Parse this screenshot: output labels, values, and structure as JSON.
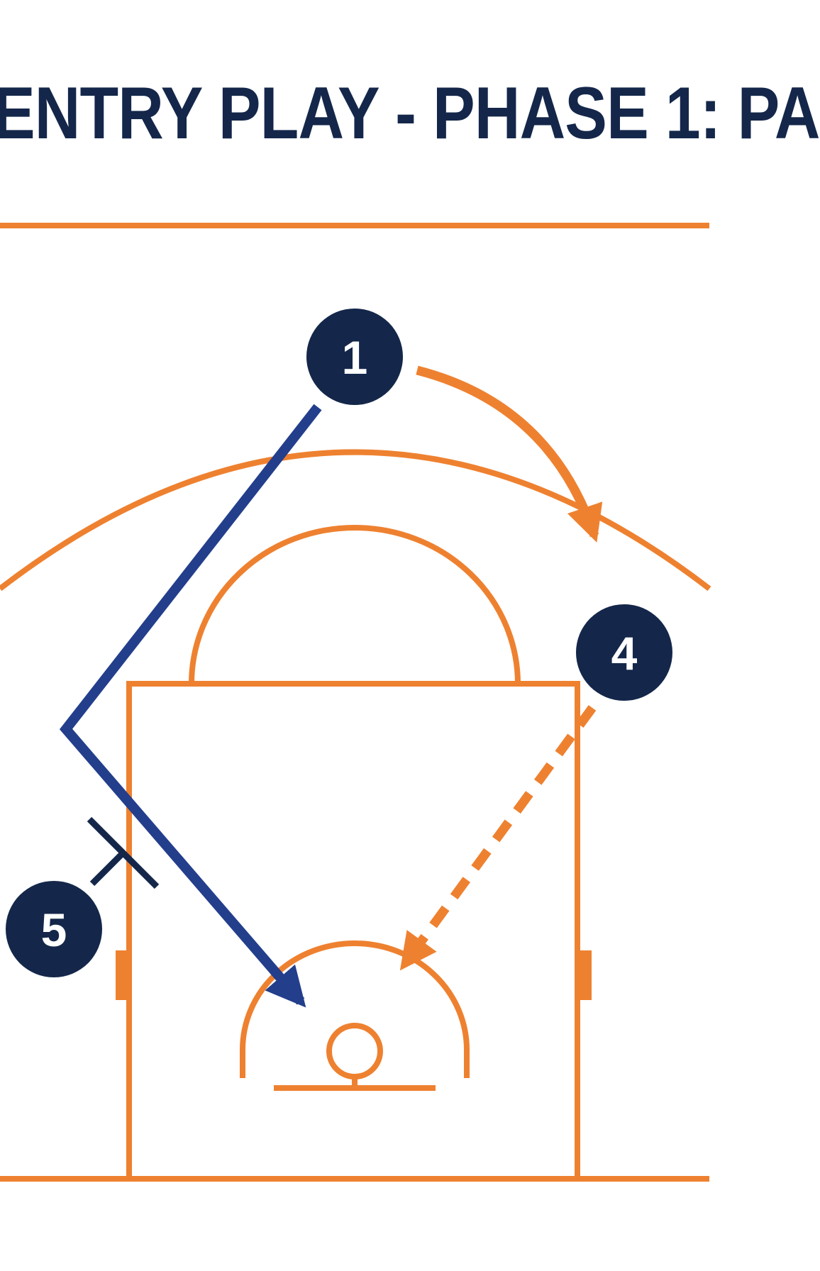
{
  "title": "ENTRY PLAY - PHASE 1: PA",
  "colors": {
    "court_lines": "#EE8130",
    "player_fill": "#14274A",
    "player_text": "#FFFFFF",
    "cut_arrow": "#233E8B",
    "title_text": "#14274A",
    "screen_marker": "#14274A",
    "background": "#FFFFFF"
  },
  "players": [
    {
      "number": "1",
      "icon": "player-circle"
    },
    {
      "number": "4",
      "icon": "player-circle"
    },
    {
      "number": "5",
      "icon": "player-circle"
    }
  ],
  "actions": [
    {
      "type": "cut",
      "style": "solid arrow",
      "from": "1",
      "to": "basket"
    },
    {
      "type": "movement",
      "style": "curved arrow",
      "from": "1",
      "to": "4"
    },
    {
      "type": "pass",
      "style": "dashed arrow",
      "from": "4",
      "to": "basket"
    },
    {
      "type": "screen",
      "style": "screen marker",
      "by": "5"
    }
  ]
}
